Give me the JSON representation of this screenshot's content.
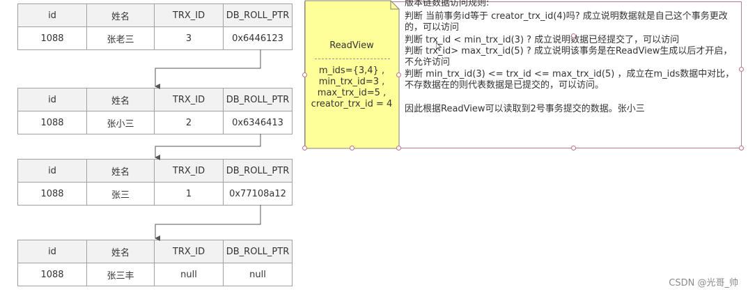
{
  "tables": [
    {
      "headers": [
        "id",
        "姓名",
        "TRX_ID",
        "DB_ROLL_PTR"
      ],
      "row": [
        "1088",
        "张老三",
        "3",
        "0x6446123"
      ]
    },
    {
      "headers": [
        "id",
        "姓名",
        "TRX_ID",
        "DB_ROLL_PTR"
      ],
      "row": [
        "1088",
        "张小三",
        "2",
        "0x6346413"
      ]
    },
    {
      "headers": [
        "id",
        "姓名",
        "TRX_ID",
        "DB_ROLL_PTR"
      ],
      "row": [
        "1088",
        "张三",
        "1",
        "0x77108a12"
      ]
    },
    {
      "headers": [
        "id",
        "姓名",
        "TRX_ID",
        "DB_ROLL_PTR"
      ],
      "row": [
        "1088",
        "张三丰",
        "null",
        "null"
      ]
    }
  ],
  "readview": {
    "title": "ReadView",
    "m_ids": "m_ids={3,4} ,",
    "min_trx_id": "min_trx_id=3 ,",
    "max_trx_id": "max_trx_id=5 ,",
    "creator_trx_id": "creator_trx_id = 4",
    "note_color": "#ffff99"
  },
  "rules": {
    "title": "版本链数据访问规则:",
    "items": [
      "判断 当前事务id等于 creator_trx_id(4)吗?  成立说明数据就是自己这个事务更改的，可以访问",
      "判断 trx_id < min_trx_id(3) ?  成立说明数据已经提交了，可以访问",
      "判断 trx_id> max_trx_id(5) ?  成立说明该事务是在ReadView生成以后才开启，不允许访问",
      "判断 min_trx_id(3) <= trx_id <= max_trx_id(5) ，成立在m_ids数据中对比，不存数据在的则代表数据是已提交的，可以访问。"
    ],
    "conclusion": "因此根据ReadView可以读取到2号事务提交的数据。张小三"
  },
  "watermark": "CSDN @光哥_帅"
}
